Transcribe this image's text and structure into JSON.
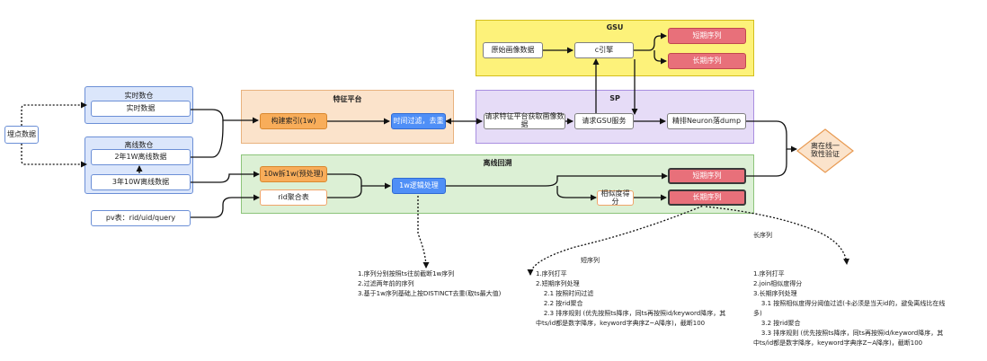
{
  "source": {
    "label": "埋点数据"
  },
  "realtime_group": {
    "title": "实时数仓",
    "item": "实时数据"
  },
  "offline_group": {
    "title": "离线数仓",
    "item1": "2年1W离线数据",
    "item2": "3年10W离线数据"
  },
  "pv_table": {
    "label": "pv表：rid/uid/query"
  },
  "feature_platform": {
    "title": "特征平台",
    "index": "构建索引(1w)",
    "filter": "时间过滤，去重"
  },
  "gsu": {
    "title": "GSU",
    "profile": "原始画像数据",
    "engine": "c引擎",
    "short": "短期序列",
    "long": "长期序列"
  },
  "sp": {
    "title": "SP",
    "request_profile": "请求特征平台获取画像数据",
    "request_gsu": "请求GSU服务",
    "neuron": "精排Neuron落dump"
  },
  "consistency": {
    "label": "离在线一\n致性验证"
  },
  "offline_backtrack": {
    "title": "离线回溯",
    "preprocess": "10w拆1w(预处理)",
    "rid_agg": "rid聚合表",
    "logic": "1w逻辑处理",
    "short": "短期序列",
    "similarity": "相似度得分",
    "long": "长期序列"
  },
  "labels": {
    "short_seq": "短序列",
    "long_seq": "长序列"
  },
  "notes": {
    "logic": "1.序列分别按照ts往前截断1w序列\n2.过滤两年前的序列\n3.基于1w序列基础上按DISTINCT去重(取ts最大值)",
    "short": "1.序列打平\n2.短期序列处理\n    2.1 按照时间过滤\n    2.2 按rid聚合\n    2.3 排序规则 (优先按照ts降序，同ts再按照id/keyword降序，其\n中ts/id都是数字降序，keyword字典序Z~A降序)，截断100",
    "long": "1.序列打平\n2.join相似度得分\n3.长期序列处理\n    3.1 按照相似度得分阈值过滤(卡必须是当天id的，避免离线比在线\n多)\n    3.2 按rid聚合\n    3.3 排序规则 (优先按照ts降序，同ts再按照id/keyword降序，其\n中ts/id都是数字降序，keyword字典序Z~A降序)，截断100"
  }
}
